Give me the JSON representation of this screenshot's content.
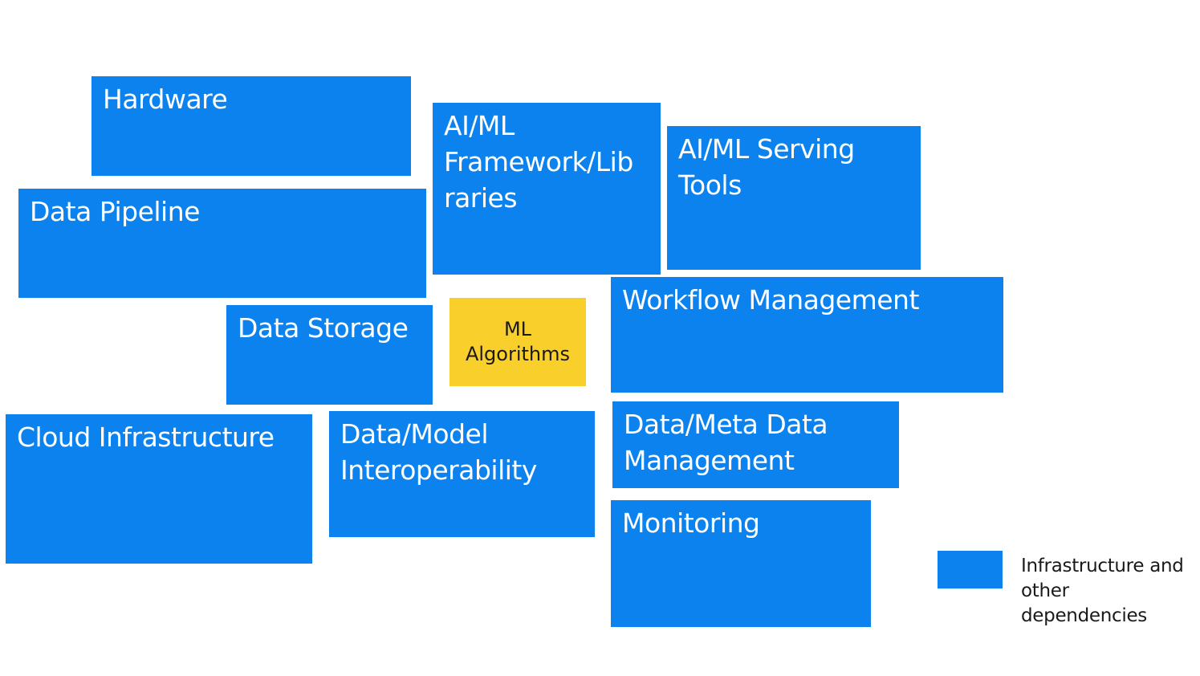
{
  "diagram": {
    "components": [
      {
        "id": "hardware",
        "label": "Hardware"
      },
      {
        "id": "data-pipeline",
        "label": "Data Pipeline"
      },
      {
        "id": "ai-ml-frameworks",
        "label": "AI/ML\nFramework/Lib\nraries"
      },
      {
        "id": "ai-ml-serving-tools",
        "label": "AI/ML Serving\nTools"
      },
      {
        "id": "data-storage",
        "label": "Data Storage"
      },
      {
        "id": "workflow-management",
        "label": "Workflow Management"
      },
      {
        "id": "cloud-infrastructure",
        "label": "Cloud Infrastructure"
      },
      {
        "id": "data-model-interoperability",
        "label": "Data/Model\nInteroperability"
      },
      {
        "id": "data-meta-data-management",
        "label": "Data/Meta Data\nManagement"
      },
      {
        "id": "monitoring",
        "label": "Monitoring"
      }
    ],
    "core": {
      "label": "ML\nAlgorithms"
    },
    "legend": {
      "label": "Infrastructure and\nother dependencies"
    }
  },
  "colors": {
    "infrastructure_blue": "#0b82ee",
    "core_yellow": "#f9cf2b"
  }
}
